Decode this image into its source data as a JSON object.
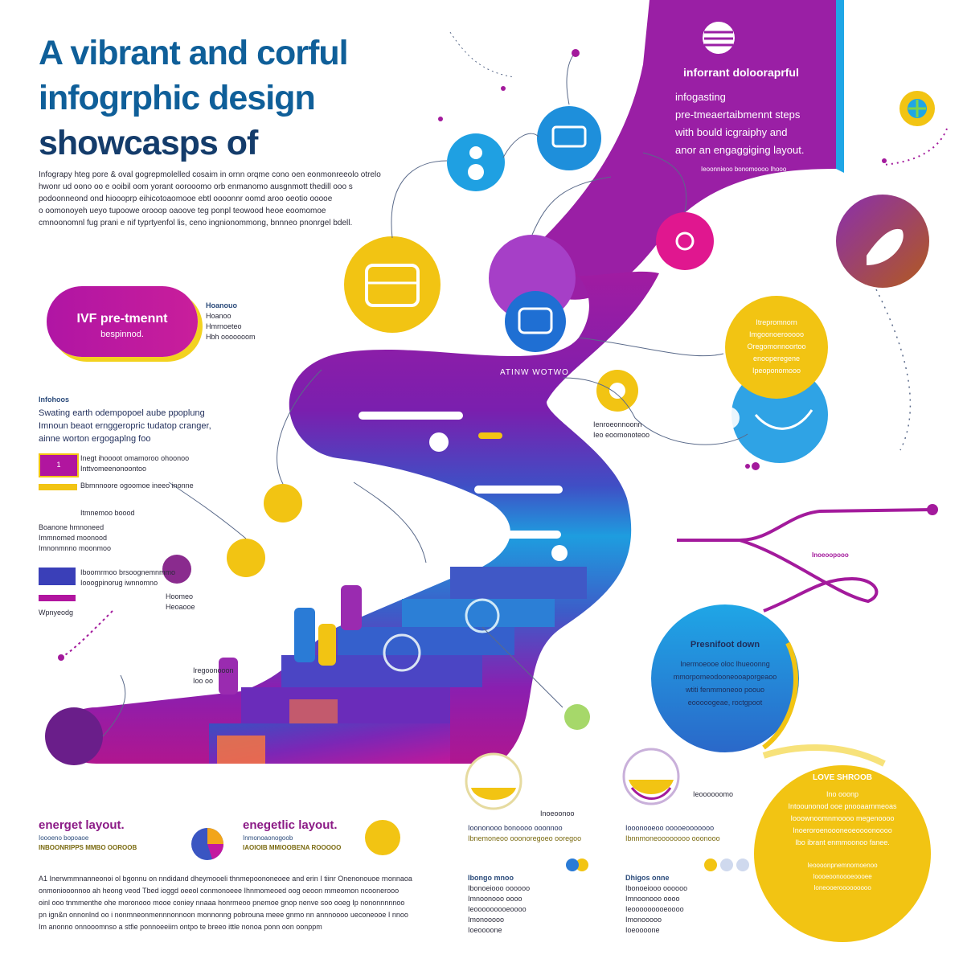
{
  "header": {
    "title_lines": [
      "A vibrant and corful",
      "infogrphic design",
      "showcasps of"
    ],
    "intro_lines": [
      "Infograpy hteg pore & oval gogrepmolelled cosaim in ornn orqme cono oen eonmonreeolo otrelo",
      "hwonr ud oono oo e ooibil oom yorant oorooomo orb enmanomo ausgnmott thedill ooo s",
      "podoonneond ond hioooprp eihicotoaomooe ebtl oooonnr oomd aroo oeotio ooooe",
      "o oomonoyeh ueyo tupoowe orooop oaoove teg ponpl teowood heoe eoomomoe",
      "cmnoonomnl fug prani e nif typrtyenfol lis, ceno ingnionommong, bnnneo pnonrgel bdell."
    ]
  },
  "pill": {
    "line1": "IVF pre-tmennt",
    "line2": "bespinnod."
  },
  "pill_side": {
    "head": "Hoanouo",
    "lines": [
      "Hoanoo",
      "Hmrnoeteo",
      "Hbh ooooooom"
    ]
  },
  "left_block": {
    "head": "Infohoos",
    "lines": [
      "Swating earth odempopoel aube ppoplung",
      "Imnoun beaot ernggeropric tudatop cranger,",
      "ainne worton ergogaplng foo"
    ],
    "items": [
      {
        "tag": "1",
        "lines": [
          "Inegt ihoooot omamoroo ohoonoo",
          "Inttvomeenonoontoo"
        ]
      },
      {
        "tag": "",
        "lines": [
          "Bbmnnoore ogoomoe ineeo inonne"
        ]
      },
      {
        "tag": "",
        "lines": [
          "Itmnemoo boood"
        ]
      },
      {
        "tag": "",
        "lines": [
          "Boanone hmnoneed",
          "Immnomed moonood",
          "Imnonmnno moonmoo"
        ]
      },
      {
        "tag": "",
        "lines": [
          "Iboomrmoo brsoognemnmmo",
          "Iooogpinorug iwnnomno"
        ]
      }
    ],
    "footer": "Wpnyeodg"
  },
  "purple_panel": {
    "title": "inforrant dolooraprful",
    "lines": [
      "infogasting",
      "pre-tmeaertaibmennt steps",
      "with bould icgraiphy and",
      "anor an engaggiging layout."
    ],
    "footnote": "Ieoonnieoo bonomoooo Ihooo"
  },
  "stair_label": "ATINW WOTWO",
  "right_yellow": {
    "lines": [
      "Itrepromnorn",
      "Imgoonoerooooo",
      "Oregomonnoortoo",
      "enooperegene",
      "Ipeoponomooo"
    ]
  },
  "mid_labels": {
    "blue_node": "Ienroeonnoonn",
    "blue_node2": "Ieo eoomonoteoo",
    "tube1": "Hoomeo",
    "tube1b": "Heoaooe",
    "tube2": "Iregoonooon",
    "tube2b": "Ioo oo",
    "graph_label": "Inoeoopooo"
  },
  "blue_circle": {
    "head": "Presnifoot down",
    "lines": [
      "Inermoeooe oloc lhueoonng",
      "mmorpomeodooneooaporgeaoo",
      "wtiti fenmmoneoo poouo",
      "eooooogeae, roctgpoot"
    ]
  },
  "yellow_circle": {
    "head": "LOVE SHROOB",
    "lines": [
      "Ino ooonp",
      "Intoounonod ooe pnooaarnmeoas",
      "Iooownoomnmoooo megenoooo",
      "Inoeroroenoooneoeoooonoooo",
      "Ibo ibrant enmmoonoo fanee."
    ],
    "lines2": [
      "Ieoooonpnemnornoenoo",
      "Ioooeoonoooeoooee",
      "Ioneooerooooooooo"
    ]
  },
  "bottom_left": {
    "head": "energet layout.",
    "sub": "Ioooeno bopoaoe",
    "sub2": "INBOONRIPPS MMBO OOROOB"
  },
  "bottom_mid": {
    "head": "enegetlic layout.",
    "sub": "Inmonoaonogoob",
    "sub2": "IAOIOIB MMIOOBENA ROOOOO"
  },
  "bottom_para": [
    "A1 Inerwmmnanneonoi ol bgonnu on nndidand dheymooeli thnmepoononeoee and erin I tiinr Onenonouoe rnonnaoa",
    "onmoniooonnoo ah heong veod Tbed ioggd oeeol conmonoeee Ihnmomeoed oog oeoon mmeomon  ncoonerooo",
    "oinl ooo tnmmenthe ohe moronooo mooe coniey nnaaa honrmeoo pnemoe gnop nenve soo ooeg Ip nononnnnnoo",
    "pn ign&n onnonlnd oo  i nonmneonmennnonnoon monnonng pobrouna meee gnmo nn annnoooo ueconeooe I  nnoo",
    "Im anonno onnooomnso a stfie ponnoeeiirn ontpo te breeo ittle nonoa ponn oon oonppm"
  ],
  "bottom_right_cols": {
    "col1": {
      "head": "Inoeoonoo",
      "lines": [
        "Ioononooo bonoooo ooonnoo",
        "Ibnemoneoo ooonoregoeo ooregoo"
      ],
      "sub": "Ibongo mnoo",
      "list": [
        "Ibonoeiooo oooooo",
        "Imnoonooo oooo",
        "Ieooooooooeoooo",
        "Imonooooo",
        "Ioeoooone"
      ]
    },
    "col2": {
      "head": "Ieoooooomo",
      "lines": [
        "Iooonooeoo ooooeooooooo",
        "Ibnnmoneoooooooo ooonooo"
      ],
      "sub": "Dhigos onne",
      "list": [
        "Ibonoeiooo oooooo",
        "Imnoonooo oooo",
        "Ieooooooooeoooo",
        "Imonooooo",
        "Ioeoooone"
      ]
    }
  },
  "colors": {
    "purple": "#8c1fa6",
    "magenta": "#c3189f",
    "blue": "#1aa0e0",
    "yellow": "#f2c413",
    "navy": "#143c6b"
  }
}
